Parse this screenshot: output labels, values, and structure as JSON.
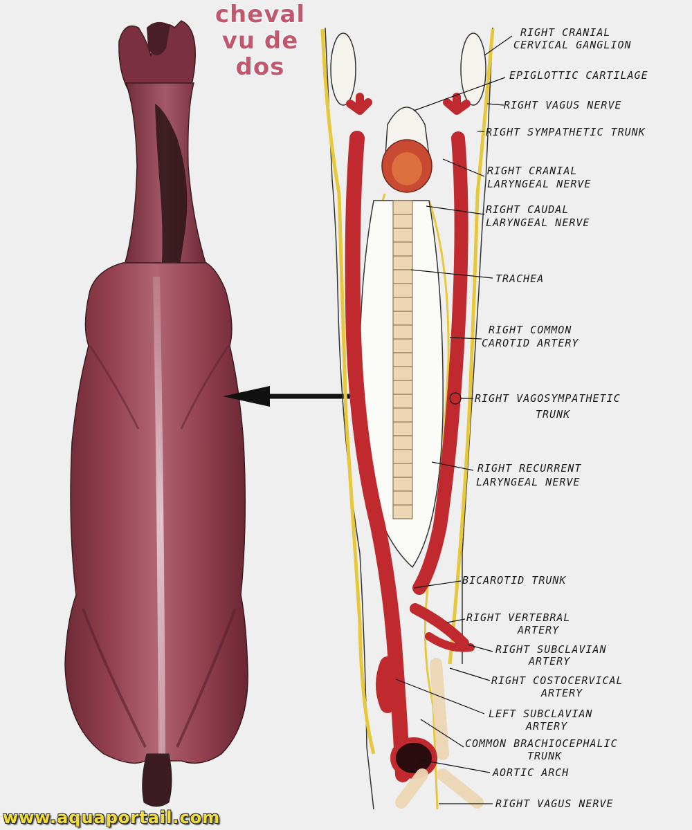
{
  "title": {
    "line1": "cheval",
    "line2": "vu de",
    "line3": "dos"
  },
  "watermark": "www.aquaportail.com",
  "labels": [
    {
      "id": "right-cranial-cervical-ganglion",
      "lines": [
        "RIGHT CRANIAL",
        "CERVICAL GANGLION"
      ]
    },
    {
      "id": "epiglottic-cartilage",
      "lines": [
        "EPIGLOTTIC CARTILAGE"
      ]
    },
    {
      "id": "right-vagus-nerve-top",
      "lines": [
        "RIGHT VAGUS NERVE"
      ]
    },
    {
      "id": "right-sympathetic-trunk",
      "lines": [
        "RIGHT SYMPATHETIC TRUNK"
      ]
    },
    {
      "id": "right-cranial-laryngeal-nerve",
      "lines": [
        "RIGHT CRANIAL",
        "LARYNGEAL NERVE"
      ]
    },
    {
      "id": "right-caudal-laryngeal-nerve",
      "lines": [
        "RIGHT CAUDAL",
        "LARYNGEAL NERVE"
      ]
    },
    {
      "id": "trachea",
      "lines": [
        "TRACHEA"
      ]
    },
    {
      "id": "right-common-carotid-artery",
      "lines": [
        "RIGHT COMMON",
        "CAROTID ARTERY"
      ]
    },
    {
      "id": "right-vagosympathetic-trunk",
      "lines": [
        "RIGHT VAGOSYMPATHETIC",
        "TRUNK"
      ]
    },
    {
      "id": "right-recurrent-laryngeal-nerve",
      "lines": [
        "RIGHT RECURRENT",
        "LARYNGEAL NERVE"
      ]
    },
    {
      "id": "bicarotid-trunk",
      "lines": [
        "BICAROTID TRUNK"
      ]
    },
    {
      "id": "right-vertebral-artery",
      "lines": [
        "RIGHT VERTEBRAL",
        "ARTERY"
      ]
    },
    {
      "id": "right-subclavian-artery",
      "lines": [
        "RIGHT SUBCLAVIAN",
        "ARTERY"
      ]
    },
    {
      "id": "right-costocervical-artery",
      "lines": [
        "RIGHT COSTOCERVICAL",
        "ARTERY"
      ]
    },
    {
      "id": "left-subclavian-artery",
      "lines": [
        "LEFT SUBCLAVIAN",
        "ARTERY"
      ]
    },
    {
      "id": "common-brachiocephalic-trunk",
      "lines": [
        "COMMON BRACHIOCEPHALIC",
        "TRUNK"
      ]
    },
    {
      "id": "aortic-arch",
      "lines": [
        "AORTIC ARCH"
      ]
    },
    {
      "id": "right-vagus-nerve-bottom",
      "lines": [
        "RIGHT VAGUS NERVE"
      ]
    }
  ],
  "colors": {
    "background": "#efefef",
    "horse_body": "#8a3a48",
    "horse_dark": "#5a2230",
    "artery": "#c02a2e",
    "nerve": "#e7c83a",
    "trachea": "#ecd6b4",
    "title": "#c0586e",
    "watermark": "#f2dc3a"
  }
}
